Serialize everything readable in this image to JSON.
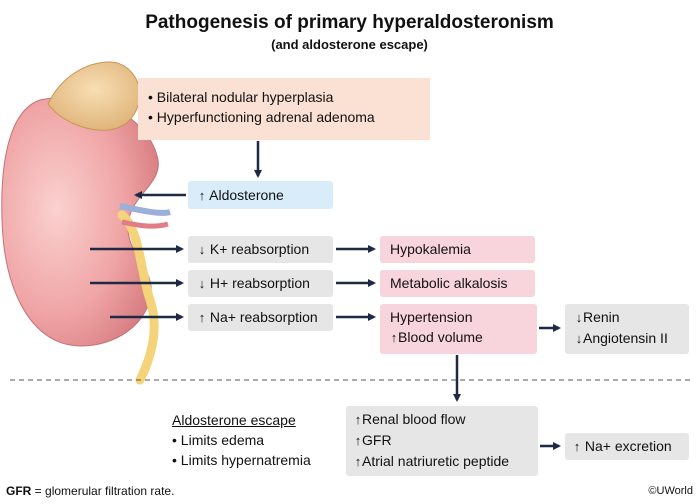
{
  "title": "Pathogenesis of primary hyperaldosteronism",
  "subtitle": "(and aldosterone escape)",
  "causes": [
    "Bilateral nodular hyperplasia",
    "Hyperfunctioning adrenal adenoma"
  ],
  "aldosterone": "Aldosterone",
  "reabsorption": {
    "k": "K+ reabsorption",
    "h": "H+ reabsorption",
    "na": "Na+ reabsorption"
  },
  "effects": {
    "hypokalemia": "Hypokalemia",
    "alkalosis": "Metabolic alkalosis",
    "hypertension": "Hypertension",
    "blood_volume": "Blood volume"
  },
  "renin_box": {
    "renin": "Renin",
    "angiotensin": "Angiotensin II"
  },
  "escape": {
    "heading": "Aldosterone escape",
    "items": [
      "Limits edema",
      "Limits hypernatremia"
    ]
  },
  "renal_box": [
    "Renal blood flow",
    "GFR",
    "Atrial natriuretic peptide"
  ],
  "na_excretion": "Na+ excretion",
  "footnote": {
    "abbr": "GFR",
    "text": " = glomerular filtration rate."
  },
  "copyright": "©UWorld",
  "colors": {
    "arrow": "#1e2a44",
    "cause_bg": "#fbe0d4",
    "aldo_bg": "#d9ecfa",
    "effect_bg": "#f8d4dd",
    "neutral_bg": "#e6e6e6",
    "kidney": "#f0a8a8"
  },
  "icons": {
    "increase": "up-arrow-icon",
    "decrease": "down-arrow-icon"
  }
}
